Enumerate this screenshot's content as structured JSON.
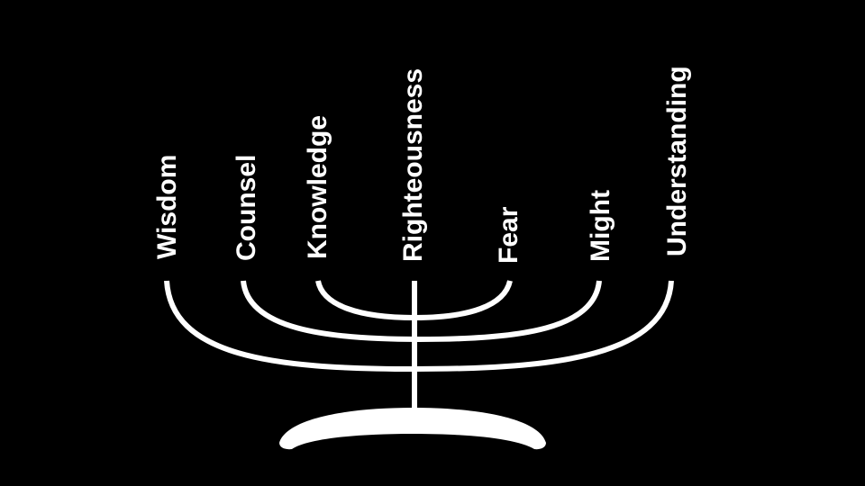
{
  "menorah": {
    "branches": [
      {
        "id": "wisdom",
        "label": "Wisdom"
      },
      {
        "id": "counsel",
        "label": "Counsel"
      },
      {
        "id": "knowledge",
        "label": "Knowledge"
      },
      {
        "id": "righteousness",
        "label": "Righteousness"
      },
      {
        "id": "fear",
        "label": "Fear"
      },
      {
        "id": "might",
        "label": "Might"
      },
      {
        "id": "understanding",
        "label": "Understanding"
      }
    ]
  },
  "colors": {
    "background": "#000000",
    "foreground": "#ffffff"
  }
}
